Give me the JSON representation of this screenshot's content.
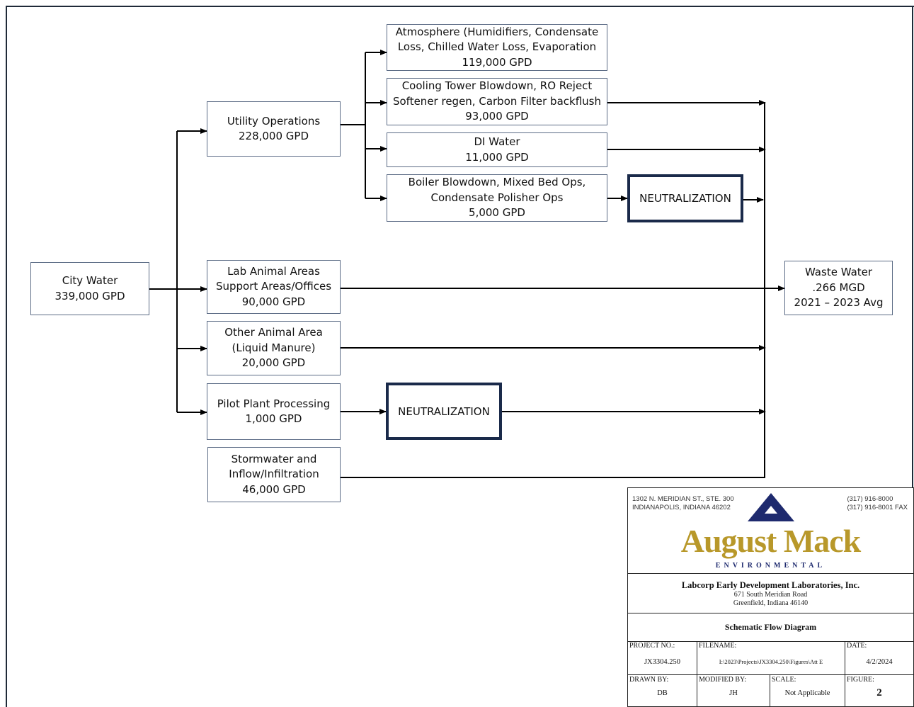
{
  "diagram": {
    "source": {
      "line1": "City Water",
      "line2": "339,000 GPD"
    },
    "branches": {
      "utility": {
        "line1": "Utility Operations",
        "line2": "228,000 GPD"
      },
      "lab": {
        "line1": "Lab Animal Areas",
        "line2": "Support Areas/Offices",
        "line3": "90,000 GPD"
      },
      "other": {
        "line1": "Other Animal Area",
        "line2": "(Liquid Manure)",
        "line3": "20,000 GPD"
      },
      "pilot": {
        "line1": "Pilot Plant Processing",
        "line2": "1,000 GPD"
      },
      "storm": {
        "line1": "Stormwater and",
        "line2": "Inflow/Infiltration",
        "line3": "46,000 GPD"
      }
    },
    "utility_subflows": {
      "atmosphere": {
        "line1": "Atmosphere (Humidifiers, Condensate",
        "line2": "Loss, Chilled Water Loss, Evaporation",
        "line3": "119,000 GPD"
      },
      "cooling": {
        "line1": "Cooling Tower Blowdown, RO Reject",
        "line2": "Softener regen, Carbon Filter backflush",
        "line3": "93,000 GPD"
      },
      "di": {
        "line1": "DI Water",
        "line2": "11,000 GPD"
      },
      "boiler": {
        "line1": "Boiler Blowdown, Mixed Bed Ops,",
        "line2": "Condensate Polisher Ops",
        "line3": "5,000 GPD"
      }
    },
    "neutralization_label": "NEUTRALIZATION",
    "sink": {
      "line1": "Waste Water",
      "line2": ".266 MGD",
      "line3": "2021 – 2023 Avg"
    }
  },
  "title_block": {
    "address_line1": "1302 N. MERIDIAN ST., STE. 300",
    "address_line2": "INDIANAPOLIS, INDIANA 46202",
    "phone": "(317) 916-8000",
    "fax": "(317) 916-8001 FAX",
    "brand": "August Mack",
    "brand_sub": "ENVIRONMENTAL",
    "client_name": "Labcorp Early Development Laboratories, Inc.",
    "client_address1": "671 South Meridian Road",
    "client_address2": "Greenfield, Indiana 46140",
    "drawing_title": "Schematic Flow Diagram",
    "project_no_label": "PROJECT NO.:",
    "project_no": "JX3304.250",
    "filename_label": "FILENAME:",
    "filename": "I:\\2023\\Projects\\JX3304.250\\Figures\\Att E",
    "date_label": "DATE:",
    "date": "4/2/2024",
    "drawn_by_label": "DRAWN BY:",
    "drawn_by": "DB",
    "modified_by_label": "MODIFIED BY:",
    "modified_by": "JH",
    "scale_label": "SCALE:",
    "scale": "Not Applicable",
    "figure_label": "FIGURE:",
    "figure": "2"
  },
  "colors": {
    "box_border": "#5b6b85",
    "neutral_border": "#1a2a4a",
    "brand_gold": "#b8982a",
    "brand_navy": "#1e2a6e"
  }
}
